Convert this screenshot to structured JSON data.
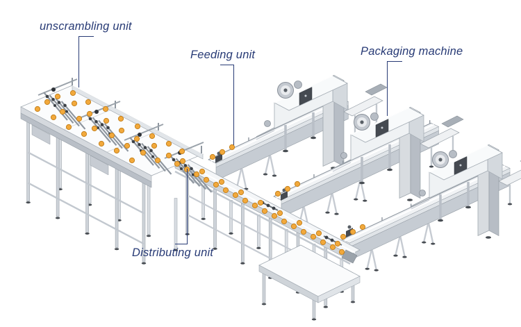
{
  "labels": {
    "unscrambling": "unscrambling unit",
    "feeding": "Feeding unit",
    "packaging": "Packaging machine",
    "distributing": "Distributing unit"
  },
  "counts": {
    "packaging_machines": 3,
    "feeding_conveyors": 3
  },
  "colors": {
    "background": "#FFFFFF",
    "label_text": "#273A75",
    "leader_line": "#273A75",
    "product_fill": "#F2A93C",
    "product_edge": "#C5821E",
    "steel_light": "#F5F7F8",
    "steel_mid": "#C9CED6",
    "steel_dark": "#99A1AA",
    "detail_dark": "#42474E"
  }
}
